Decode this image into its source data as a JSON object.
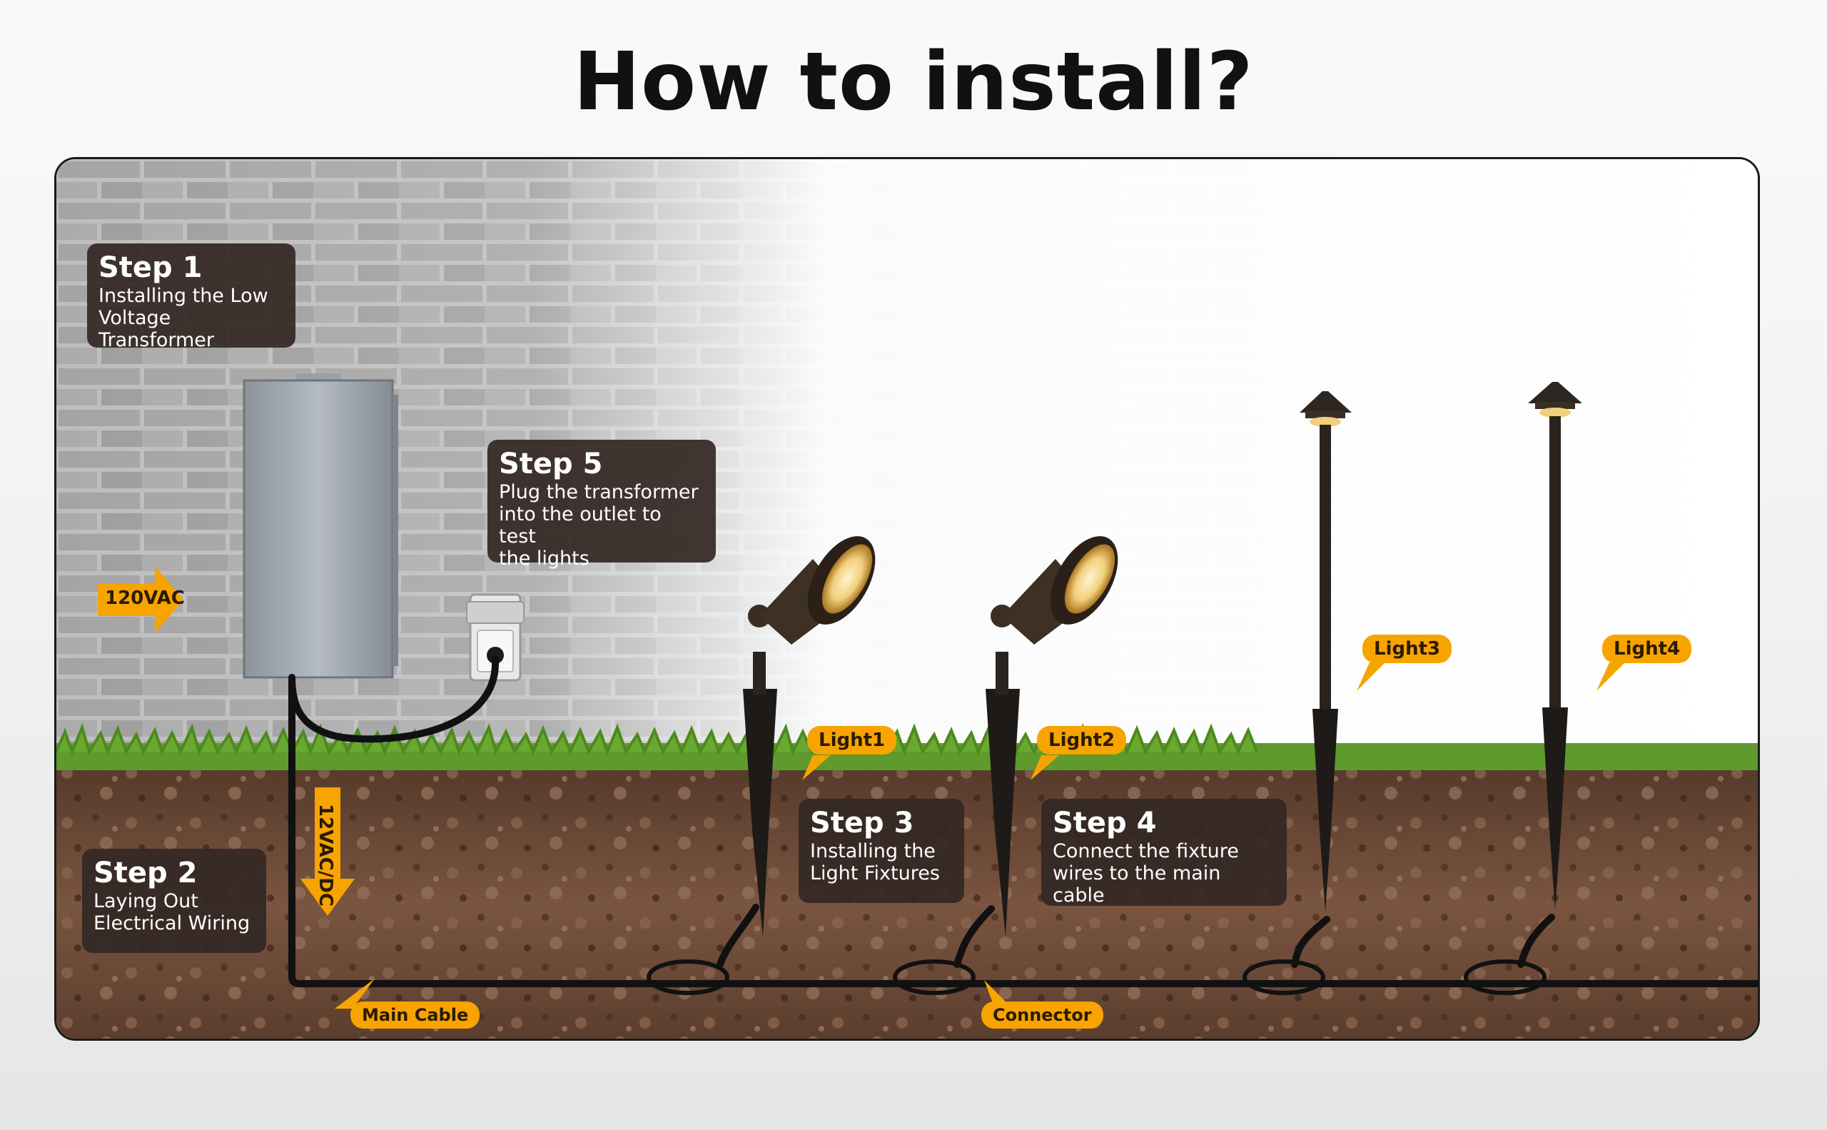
{
  "title": "How to install?",
  "steps": [
    {
      "heading": "Step 1",
      "text": "Installing the  Low\nVoltage Transformer"
    },
    {
      "heading": "Step 2",
      "text": "Laying Out\nElectrical Wiring"
    },
    {
      "heading": "Step 3",
      "text": "Installing the\nLight Fixtures"
    },
    {
      "heading": "Step 4",
      "text": "Connect the fixture\nwires to the main cable"
    },
    {
      "heading": "Step 5",
      "text": "Plug the transformer\ninto the outlet to test\nthe lights"
    }
  ],
  "labels": {
    "input_voltage": "120VAC",
    "output_voltage": "12VAC/DC",
    "main_cable": "Main Cable",
    "connector": "Connector",
    "lights": [
      "Light1",
      "Light2",
      "Light3",
      "Light4"
    ]
  },
  "colors": {
    "accent": "#f7a400",
    "step_box": "#342824",
    "soil": "#6b4a38",
    "grass": "#5f9a2c",
    "cable": "#111111"
  }
}
